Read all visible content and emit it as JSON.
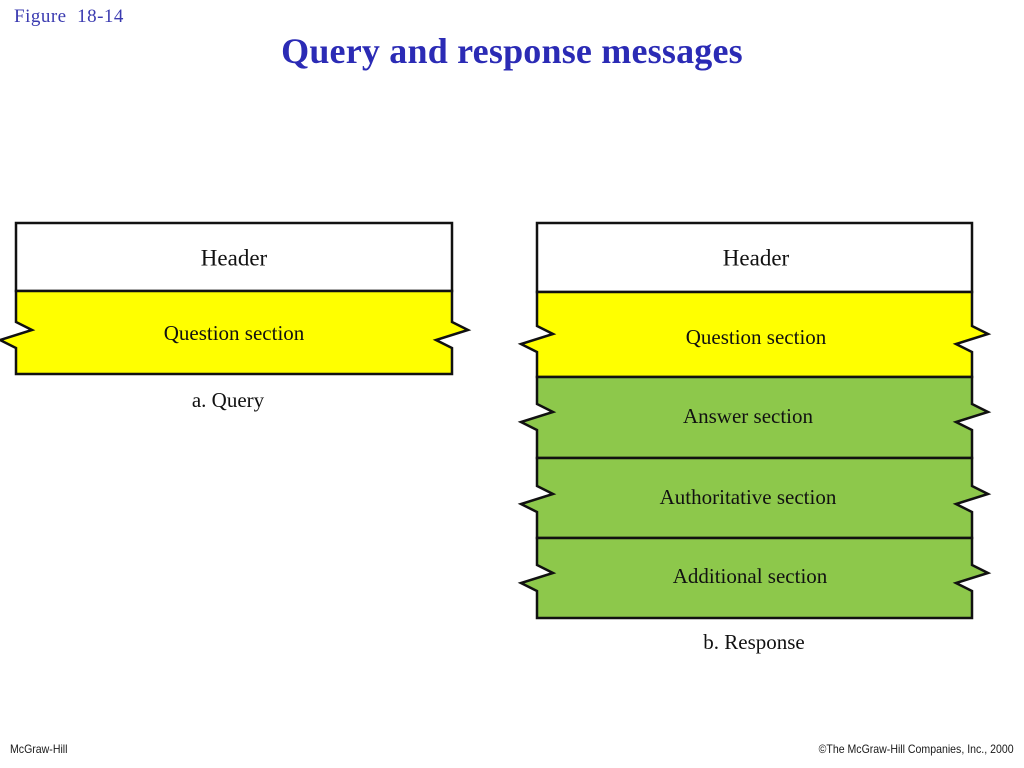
{
  "figure": {
    "label": "Figure  18-14",
    "title": "Query and response messages"
  },
  "colors": {
    "title_blue": "#2b2bb5",
    "label_blue": "#3a3ab0",
    "header_fill": "#ffffff",
    "question_fill": "#ffff00",
    "answer_fill": "#8dc84b",
    "stroke": "#111111"
  },
  "diagrams": [
    {
      "id": "query",
      "caption": "a. Query",
      "sections": [
        {
          "name": "header",
          "label": "Header",
          "fill": "#ffffff",
          "torn": false
        },
        {
          "name": "question",
          "label": "Question section",
          "fill": "#ffff00",
          "torn": true
        }
      ]
    },
    {
      "id": "response",
      "caption": "b. Response",
      "sections": [
        {
          "name": "header",
          "label": "Header",
          "fill": "#ffffff",
          "torn": false
        },
        {
          "name": "question",
          "label": "Question section",
          "fill": "#ffff00",
          "torn": true
        },
        {
          "name": "answer",
          "label": "Answer section",
          "fill": "#8dc84b",
          "torn": true
        },
        {
          "name": "authoritative",
          "label": "Authoritative section",
          "fill": "#8dc84b",
          "torn": true
        },
        {
          "name": "additional",
          "label": "Additional section",
          "fill": "#8dc84b",
          "torn": true
        }
      ]
    }
  ],
  "footer": {
    "left": "McGraw-Hill",
    "right": "©The McGraw-Hill Companies, Inc., 2000"
  }
}
